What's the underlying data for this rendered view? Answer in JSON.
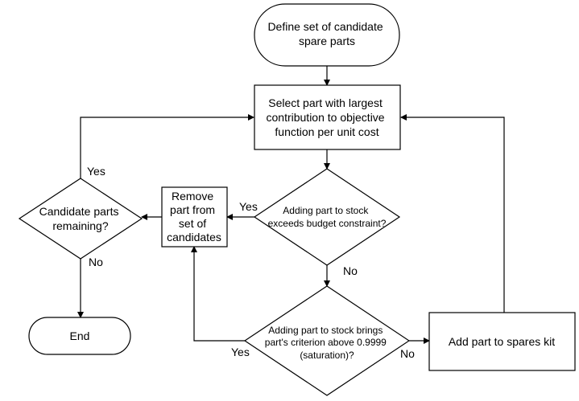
{
  "nodes": {
    "start": {
      "lines": [
        "Define set of candidate",
        "spare parts"
      ]
    },
    "select": {
      "lines": [
        "Select part with largest",
        "contribution to objective",
        "function per unit cost"
      ]
    },
    "budget": {
      "lines": [
        "Adding part to stock",
        "exceeds budget constraint?"
      ]
    },
    "saturation": {
      "lines": [
        "Adding part to stock brings",
        "part's criterion above 0.9999",
        "(saturation)?"
      ]
    },
    "add_part": {
      "lines": [
        "Add part to spares kit"
      ]
    },
    "remove_part": {
      "lines": [
        "Remove",
        "part from",
        "set of",
        "candidates"
      ]
    },
    "remaining": {
      "lines": [
        "Candidate parts",
        "remaining?"
      ]
    },
    "end": {
      "lines": [
        "End"
      ]
    }
  },
  "edge_labels": {
    "budget_yes": "Yes",
    "budget_no": "No",
    "saturation_yes": "Yes",
    "saturation_no": "No",
    "remaining_yes": "Yes",
    "remaining_no": "No"
  }
}
